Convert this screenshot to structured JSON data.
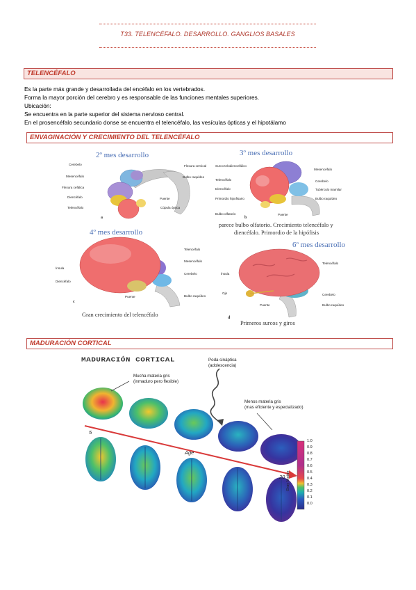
{
  "header": {
    "title": "T33. TELENCÉFALO. DESARROLLO. GANGLIOS BASALES"
  },
  "sections": {
    "telencefalo": "TELENCÉFALO",
    "envaginacion": "ENVAGINACIÓN Y CRECIMIENTO DEL TELENCÉFALO",
    "maduracion": "MADURACIÓN CORTICAL"
  },
  "body": {
    "lines": [
      "Es la parte más grande y desarrollada del encéfalo en los vertebrados.",
      "Forma la mayor porción del cerebro y es responsable de las funciones mentales superiores.",
      "Ubicación:",
      "Se encuentra en la parte superior del sistema nervioso central.",
      "En el prosencéfalo secundario donse se encuentra el telencéfalo, las vesículas ópticas y el hipotálamo"
    ]
  },
  "figure_dev": {
    "panel_a": {
      "title": "2º mes desarrollo",
      "letter": "a",
      "labels": [
        "Cerebelo",
        "Mesencéfalo",
        "Flexura cefálica",
        "Diencéfalo",
        "Telencéfalo",
        "Flexura cervical",
        "Bulbo raquídeo",
        "Puente",
        "Cúpula óptica"
      ]
    },
    "panel_b": {
      "title": "3º mes desarrollo",
      "letter": "b",
      "labels": [
        "Surco telodiencefálico",
        "Telencéfalo",
        "Diencéfalo",
        "Primordio hipofisario",
        "Bulbo olfatorio",
        "Mesencéfalo",
        "Cerebelo",
        "Tubérculo mamilar",
        "Bulbo raquídeo",
        "Puente"
      ],
      "caption_1": "parece bulbo olfatorio. Crecimiento telencéfalo y",
      "caption_2": "diencéfalo. Primordio de la hipófisis"
    },
    "panel_c": {
      "title": "4º mes desarrollo",
      "letter": "c",
      "labels": [
        "Telencéfalo",
        "Mesencéfalo",
        "Cerebelo",
        "Ínsula",
        "Diencéfalo",
        "Puente",
        "Bulbo raquídeo"
      ],
      "caption": "Gran crecimiento del telencéfalo"
    },
    "panel_d": {
      "title": "6º mes desarrollo",
      "letter": "d",
      "labels": [
        "Telencéfalo",
        "Ínsula",
        "Ojo",
        "Puente",
        "Cerebelo",
        "Bulbo raquídeo"
      ],
      "caption": "Primeros surcos y giros"
    }
  },
  "figure_mat": {
    "header": "MADURACIÓN CORTICAL",
    "annotation_left_1": "Mucha materia gris",
    "annotation_left_2": "(inmaduro pero flexible)",
    "annotation_mid_1": "Poda sináptica",
    "annotation_mid_2": "(adolescencia)",
    "annotation_right_1": "Menos materia gris",
    "annotation_right_2": "(mas eficiente y especializado)",
    "age_label": "Age",
    "age_start": "5",
    "age_end": "20",
    "scale_label": "Gray Matter",
    "scale_ticks": [
      "1.0",
      "0.9",
      "0.8",
      "0.7",
      "0.6",
      "0.5",
      "0.4",
      "0.3",
      "0.2",
      "0.1",
      "0.0"
    ],
    "colors": {
      "arrow": "#d93a3a",
      "high": "#d0307a",
      "mid": "#1fb0b0",
      "low": "#2a3d9a"
    }
  }
}
